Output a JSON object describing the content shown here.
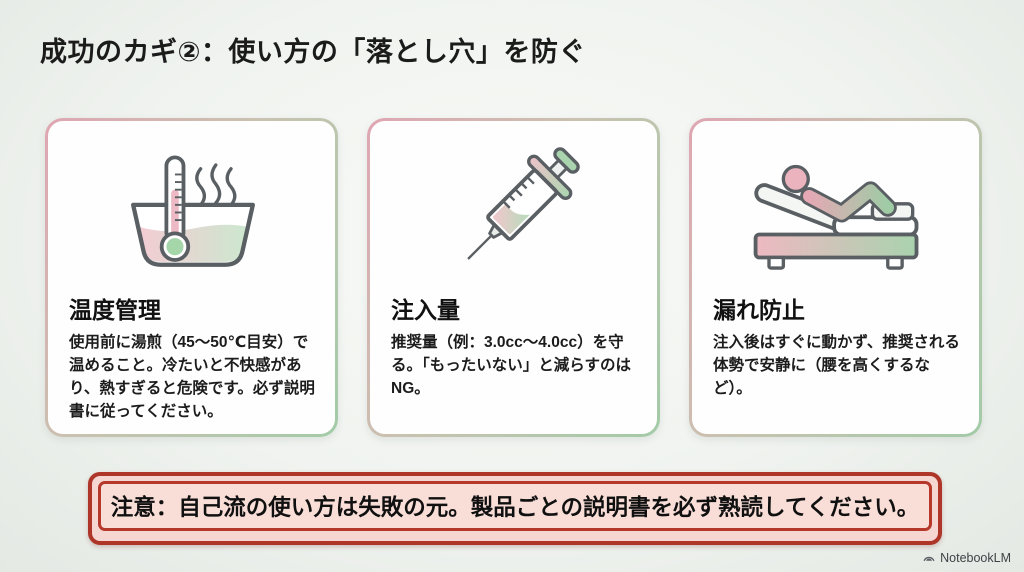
{
  "slide": {
    "title": "成功のカギ②：使い方の「落とし穴」を防ぐ"
  },
  "cards": [
    {
      "icon": "thermometer-bath-icon",
      "title": "温度管理",
      "body": "使用前に湯煎（45～50℃目安）で温めること。冷たいと不快感があり、熱すぎると危険です。必ず説明書に従ってください。"
    },
    {
      "icon": "syringe-icon",
      "title": "注入量",
      "body": "推奨量（例：3.0cc～4.0cc）を守る。「もったいない」と減らすのはNG。"
    },
    {
      "icon": "reclining-bed-icon",
      "title": "漏れ防止",
      "body": "注入後はすぐに動かず、推奨される体勢で安静に（腰を高くするなど）。"
    }
  ],
  "warning": {
    "text": "注意：自己流の使い方は失敗の元。製品ごとの説明書を必ず熟読してください。"
  },
  "footer": {
    "brand": "NotebookLM"
  },
  "colors": {
    "card_border_pink": "#dfa6b2",
    "card_border_green": "#a3cba8",
    "warning_border": "#ad3629",
    "warning_background": "#f9ded8",
    "icon_outline": "#5a5f63",
    "icon_pink": "#eab3bd",
    "icon_green": "#a5d6aa",
    "title_text": "#1b1b1b"
  }
}
